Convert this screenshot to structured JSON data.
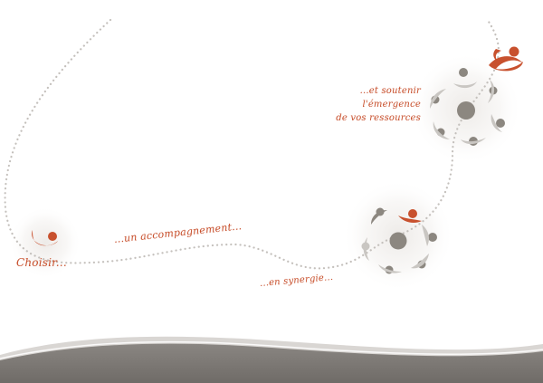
{
  "captions": {
    "choisir": "Choisir...",
    "accompagnement": "...un accompagnement...",
    "synergie": "...en synergie...",
    "soutenir": {
      "line1": "...et soutenir",
      "line2": "l'émergence",
      "line3": "de vos ressources"
    }
  },
  "colors": {
    "accent": "#c8512e",
    "grey": "#8c8780",
    "light_grey": "#c9c6c2",
    "band": "#7f7b77"
  },
  "icons": {
    "logo": "person-swoosh-logo",
    "group": "circle-of-people-icon"
  }
}
